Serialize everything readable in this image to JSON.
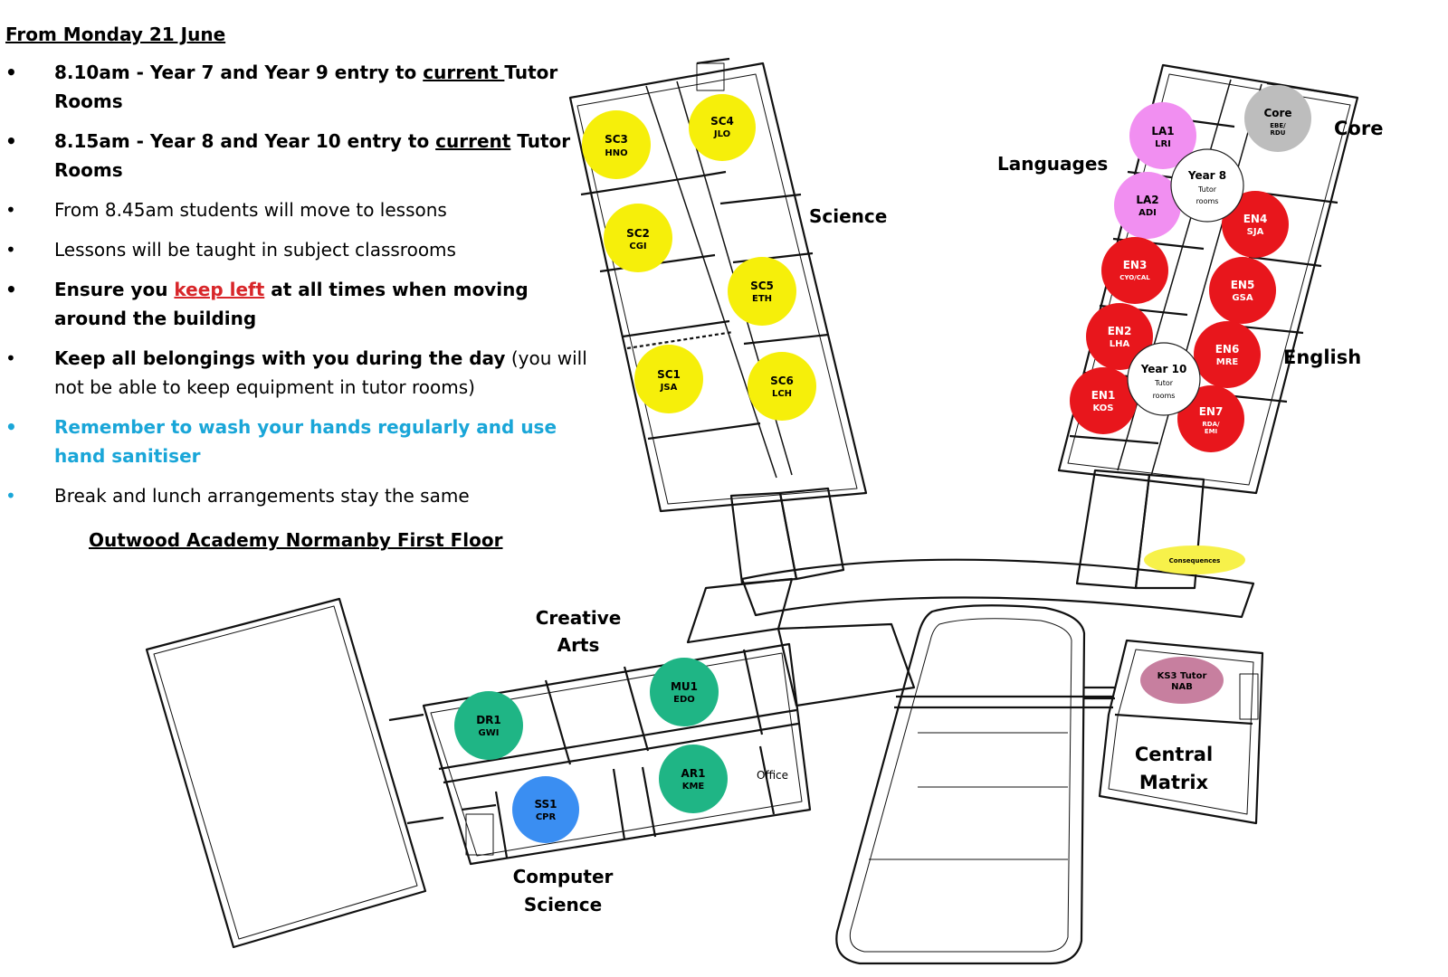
{
  "notice": {
    "heading": "From Monday 21 June",
    "items": [
      {
        "pre": "8.10am - Year 7 and Year 9 entry to ",
        "link": "current ",
        "post": "Tutor Rooms"
      },
      {
        "pre": "8.15am - Year 8 and Year 10 entry to ",
        "link": "current",
        "post": "  Tutor Rooms"
      },
      {
        "text": "From 8.45am students will move to lessons"
      },
      {
        "text": "Lessons will be taught in subject classrooms"
      },
      {
        "pre": "Ensure you ",
        "link": "keep left",
        "post": " at all times when moving around the building"
      },
      {
        "bold": "Keep all belongings with you during the day",
        "rest": "  (you will not be able to keep equipment in tutor rooms)"
      },
      {
        "text": "Remember to wash your hands regularly and use hand  sanitiser"
      },
      {
        "text": "Break and lunch arrangements stay the same"
      }
    ],
    "bullet": "•"
  },
  "floor_title": "Outwood Academy Normanby  First Floor",
  "areas": {
    "science": "Science",
    "languages": "Languages",
    "core": "Core",
    "english": "English",
    "creative_1": "Creative",
    "creative_2": "Arts",
    "computer_1": "Computer",
    "computer_2": "Science",
    "central_1": "Central",
    "central_2": "Matrix",
    "office": "Office"
  },
  "rooms": {
    "sc3": {
      "code": "SC3",
      "staff": "HNO",
      "color": "#f6ef0a"
    },
    "sc4": {
      "code": "SC4",
      "staff": "JLO",
      "color": "#f6ef0a"
    },
    "sc2": {
      "code": "SC2",
      "staff": "CGI",
      "color": "#f6ef0a"
    },
    "sc5": {
      "code": "SC5",
      "staff": "ETH",
      "color": "#f6ef0a"
    },
    "sc1": {
      "code": "SC1",
      "staff": "JSA",
      "color": "#f6ef0a"
    },
    "sc6": {
      "code": "SC6",
      "staff": "LCH",
      "color": "#f6ef0a"
    },
    "la1": {
      "code": "LA1",
      "staff": "LRI",
      "color": "#f18ff1"
    },
    "la2": {
      "code": "LA2",
      "staff": "ADI",
      "color": "#f18ff1"
    },
    "core": {
      "code": "Core",
      "staff1": "EBE/",
      "staff2": "RDU",
      "color": "#bdbdbd"
    },
    "en1": {
      "code": "EN1",
      "staff": "KOS",
      "color": "#e8161c"
    },
    "en2": {
      "code": "EN2",
      "staff": "LHA",
      "color": "#e8161c"
    },
    "en3": {
      "code": "EN3",
      "staff": "CYO/CAL",
      "color": "#e8161c"
    },
    "en4": {
      "code": "EN4",
      "staff": "SJA",
      "color": "#e8161c"
    },
    "en5": {
      "code": "EN5",
      "staff": "GSA",
      "color": "#e8161c"
    },
    "en6": {
      "code": "EN6",
      "staff": "MRE",
      "color": "#e8161c"
    },
    "en7": {
      "code": "EN7",
      "staff1": "RDA/",
      "staff2": "EMI",
      "color": "#e8161c"
    },
    "dr1": {
      "code": "DR1",
      "staff": "GWI",
      "color": "#1fb585"
    },
    "mu1": {
      "code": "MU1",
      "staff": "EDO",
      "color": "#1fb585"
    },
    "ar1": {
      "code": "AR1",
      "staff": "KME",
      "color": "#1fb585"
    },
    "ss1": {
      "code": "SS1",
      "staff": "CPR",
      "color": "#3a8ef2"
    },
    "ks3": {
      "code": "KS3 Tutor",
      "staff": "NAB",
      "color": "#c77f9f"
    },
    "consequences": {
      "code": "Consequences",
      "color": "#f7f14a"
    }
  },
  "tutor_markers": {
    "year8": {
      "title": "Year 8",
      "line1": "Tutor",
      "line2": "rooms"
    },
    "year10": {
      "title": "Year 10",
      "line1": "Tutor",
      "line2": "rooms"
    }
  }
}
